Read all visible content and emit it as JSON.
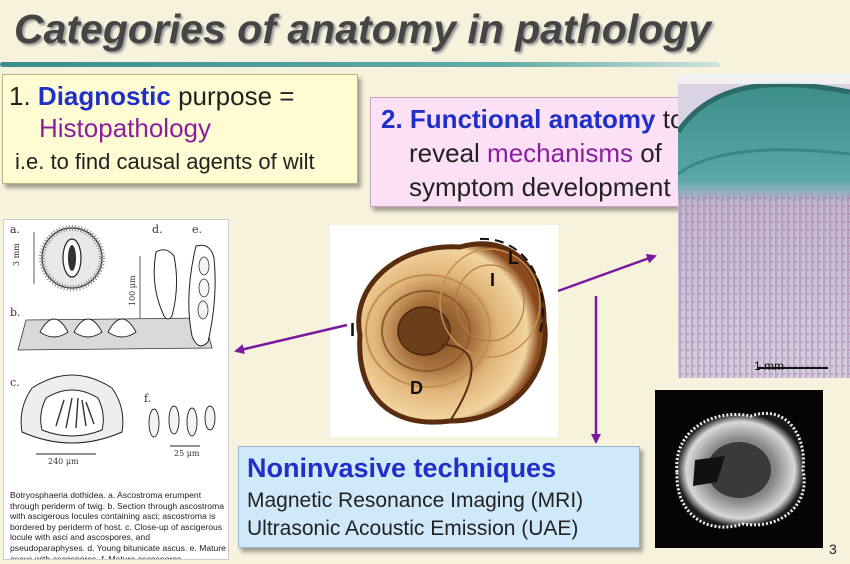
{
  "title": "Categories of anatomy in pathology",
  "box1": {
    "number": "1.",
    "bold": "Diagnostic",
    "rest": " purpose =",
    "line2": "Histopathology",
    "line3": "i.e. to find causal agents of wilt"
  },
  "box2": {
    "number": "2.",
    "bold": "Functional anatomy",
    "to": " to",
    "reveal": "reveal ",
    "mechanisms": "mechanisms",
    "of": " of",
    "line3": "symptom development"
  },
  "box3": {
    "heading": "Noninvasive techniques",
    "line1": "Magnetic Resonance Imaging (MRI)",
    "line2": "Ultrasonic Acoustic Emission (UAE)"
  },
  "sketch": {
    "letter_a": "a.",
    "letter_b": "b.",
    "letter_c": "c.",
    "letter_d": "d.",
    "letter_e": "e.",
    "letter_f": "f.",
    "scale_3mm": "3 mm",
    "scale_100": "100 μm",
    "scale_240": "240 μm",
    "scale_25": "25 μm",
    "caption": "Botryosphaeria dothidea. a. Ascostroma erumpent through periderm of twig. b. Section through ascostroma with ascigerous locules containing asci; ascostroma is bordered by periderm of host. c. Close-up of ascigerous locule with asci and ascospores, and pseudoparaphyses. d. Young bitunicate ascus. e. Mature ascus with ascospores. f. Mature ascospores."
  },
  "trunk_labels": {
    "L": "L",
    "I_top": "I",
    "I_left": "I",
    "D": "D"
  },
  "micro": {
    "scale": "1 mm"
  },
  "page_number": "3",
  "colors": {
    "background": "#f6f2dc",
    "title": "#454545",
    "accent_blue": "#1f2fc8",
    "accent_purple": "#8b1fa0",
    "arrow": "#7a19a0",
    "box1_bg": "#fffbd2",
    "box2_bg": "#fce0f6",
    "box3_bg": "#cfe9fb"
  }
}
